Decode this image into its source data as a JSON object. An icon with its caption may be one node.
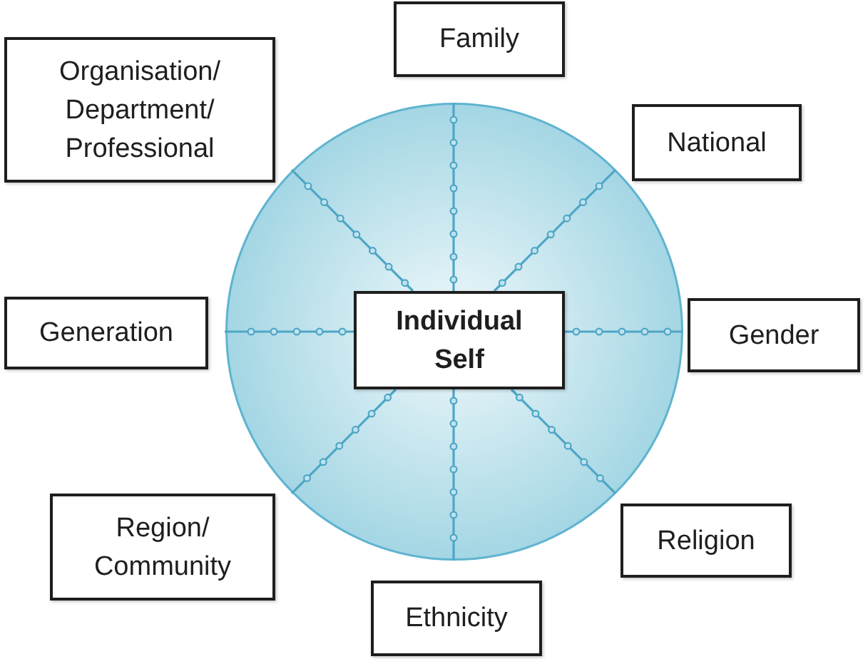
{
  "diagram": {
    "nodes": [
      {
        "text": [
          "Family"
        ]
      },
      {
        "text": [
          "Organisation/ Department/ Professional"
        ]
      },
      {
        "text": [
          "National"
        ]
      },
      {
        "text": [],
        "shape": "circle"
      },
      {
        "text": [
          "Individual Self"
        ],
        "in": 3
      },
      {
        "text": [
          "Generation"
        ]
      },
      {
        "text": [
          "Gender"
        ]
      },
      {
        "text": [
          "Region/ Community"
        ]
      },
      {
        "text": [
          "Religion"
        ]
      },
      {
        "text": [
          "Ethnicity"
        ]
      }
    ],
    "edges": [
      {
        "from": 4,
        "to": 3,
        "arrow": "none"
      },
      {
        "from": 4,
        "to": 3,
        "arrow": "none"
      },
      {
        "from": 4,
        "to": 3,
        "arrow": "none"
      },
      {
        "from": 4,
        "to": 3,
        "arrow": "none"
      },
      {
        "from": 4,
        "to": 3,
        "arrow": "none"
      },
      {
        "from": 4,
        "to": 3,
        "arrow": "none"
      },
      {
        "from": 4,
        "to": 3,
        "arrow": "none"
      },
      {
        "from": 4,
        "to": 3,
        "arrow": "none"
      }
    ]
  }
}
